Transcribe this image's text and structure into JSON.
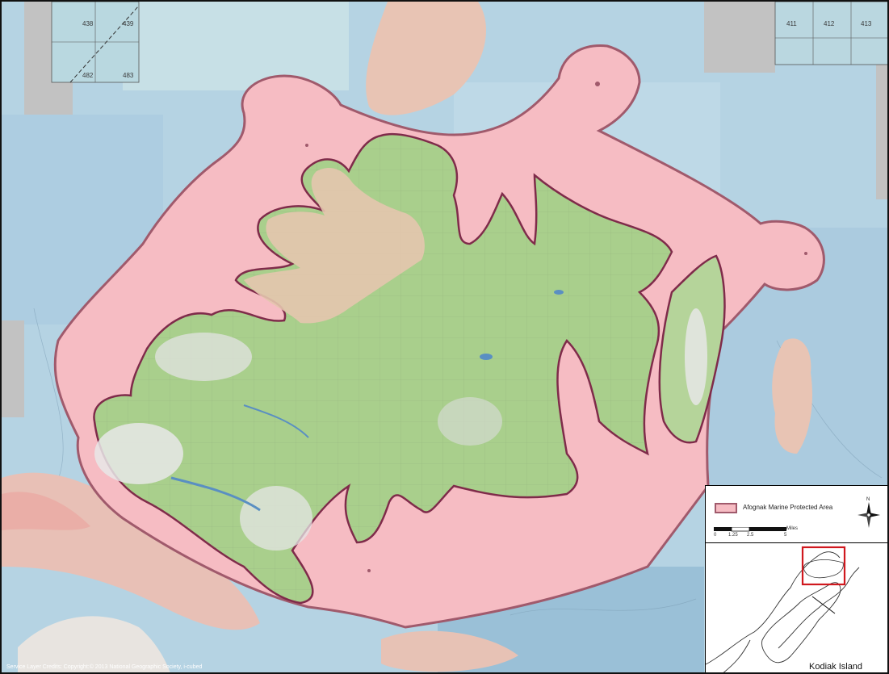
{
  "map": {
    "tile_labels": [
      "438",
      "439",
      "482",
      "483",
      "411",
      "412",
      "413"
    ],
    "credit": "Service Layer Credits: Copyright:© 2013 National Geographic Society, i-cubed",
    "colors": {
      "ocean": "#b5d3e3",
      "ocean_dark": "#9ec2d8",
      "protected_area": "#f6bcc3",
      "boundary": "#a05a6c",
      "land_green": "#a9cf8c",
      "land_snow": "#e8e8e8",
      "land_tan": "#e9cbb8",
      "nodata": "#c2c2c2"
    }
  },
  "legend": {
    "label": "Afognak Marine Protected Area",
    "north": "N",
    "scale_ticks": [
      "0",
      "1.25",
      "2.5",
      "5"
    ],
    "scale_units": "Miles"
  },
  "inset": {
    "label": "Kodiak Island",
    "highlight_color": "#d0181e"
  }
}
